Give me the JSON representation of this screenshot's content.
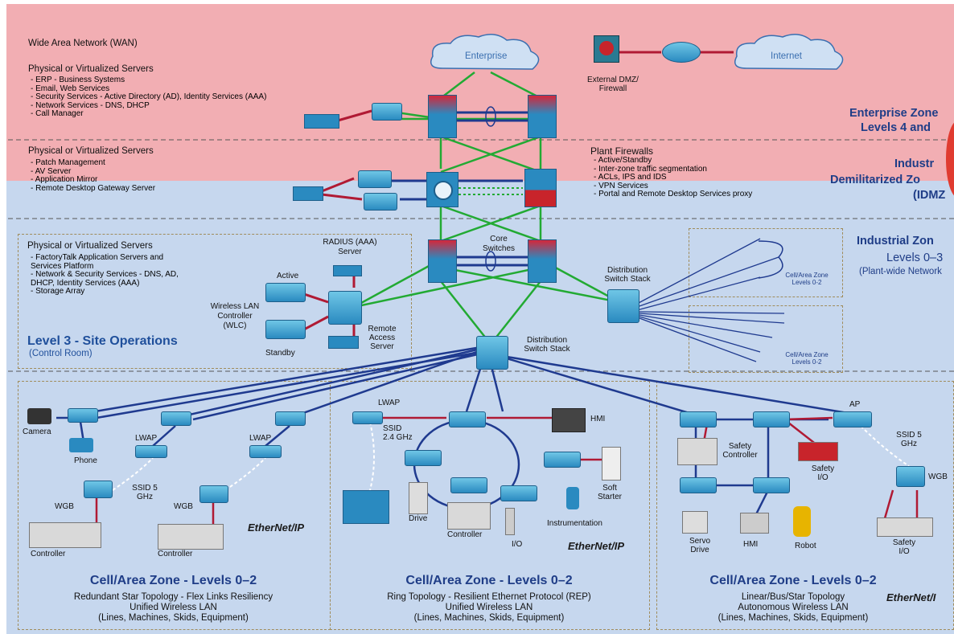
{
  "colors": {
    "enterprise_bg": "#f2aeb3",
    "industrial_bg": "#c6d7ee",
    "link_green": "#22aa33",
    "link_blue": "#1f3a8f",
    "link_red": "#b01a34",
    "zone_title": "#1f3d87",
    "firewall_red": "#c8242b"
  },
  "wan": {
    "title": "Wide Area Network (WAN)"
  },
  "enterprise_servers": {
    "title": "Physical or Virtualized Servers",
    "items": [
      "ERP - Business Systems",
      "Email, Web Services",
      "Security Services - Active Directory (AD), Identity Services (AAA)",
      "Network Services - DNS, DHCP",
      "Call Manager"
    ]
  },
  "idmz_servers": {
    "title": "Physical or Virtualized Servers",
    "items": [
      "Patch Management",
      "AV Server",
      "Application Mirror",
      "Remote Desktop Gateway Server"
    ]
  },
  "site_servers": {
    "title": "Physical or Virtualized Servers",
    "items": [
      "FactoryTalk Application Servers and Services Platform",
      "Network & Security Services - DNS, AD, DHCP, Identity Services (AAA)",
      "Storage Array"
    ]
  },
  "clouds": {
    "enterprise": "Enterprise",
    "internet": "Internet"
  },
  "dmz": {
    "label": "External DMZ/ Firewall"
  },
  "plant_firewalls": {
    "title": "Plant Firewalls",
    "items": [
      "Active/Standby",
      "Inter-zone traffic segmentation",
      "ACLs, IPS and IDS",
      "VPN Services",
      "Portal and Remote Desktop Services proxy"
    ]
  },
  "zones": {
    "enterprise": {
      "title": "Enterprise Zone",
      "levels": "Levels 4 and"
    },
    "idmz": {
      "title": "Industr",
      "title2": "Demilitarized Zo",
      "abbr": "(IDMZ"
    },
    "industrial": {
      "title": "Industrial Zon",
      "levels": "Levels 0–3",
      "note": "(Plant-wide Network"
    }
  },
  "core": {
    "label": "Core Switches"
  },
  "radius": {
    "label": "RADIUS (AAA) Server"
  },
  "wlc": {
    "active": "Active",
    "label": "Wireless LAN Controller (WLC)",
    "standby": "Standby"
  },
  "remote_access": {
    "label": "Remote Access Server"
  },
  "level3": {
    "title": "Level 3 - Site Operations",
    "subtitle": "(Control Room)"
  },
  "dist_top": {
    "label": "Distribution Switch Stack"
  },
  "dist_mid": {
    "label": "Distribution Switch Stack"
  },
  "mini_cells": {
    "upper": "Cell/Area Zone Levels 0-2",
    "lower": "Cell/Area Zone Levels 0-2"
  },
  "cell1": {
    "labels": {
      "camera": "Camera",
      "phone": "Phone",
      "lwap1": "LWAP",
      "lwap2": "LWAP",
      "ssid": "SSID 5 GHz",
      "wgb1": "WGB",
      "wgb2": "WGB",
      "ctrl1": "Controller",
      "ctrl2": "Controller"
    },
    "ethernet_ip": "EtherNet/IP",
    "title": "Cell/Area Zone - Levels 0–2",
    "sub1": "Redundant Star Topology - Flex Links Resiliency",
    "sub2": "Unified Wireless LAN",
    "sub3": "(Lines, Machines, Skids, Equipment)"
  },
  "cell2": {
    "labels": {
      "lwap": "LWAP",
      "ssid": "SSID 2.4 GHz",
      "hmi": "HMI",
      "drive": "Drive",
      "controller": "Controller",
      "io": "I/O",
      "instrumentation": "Instrumentation",
      "soft_starter": "Soft Starter"
    },
    "ethernet_ip": "EtherNet/IP",
    "title": "Cell/Area Zone - Levels 0–2",
    "sub1": "Ring Topology - Resilient Ethernet Protocol (REP)",
    "sub2": "Unified Wireless LAN",
    "sub3": "(Lines, Machines, Skids, Equipment)"
  },
  "cell3": {
    "labels": {
      "ap": "AP",
      "safety_controller": "Safety Controller",
      "safety_io1": "Safety I/O",
      "ssid": "SSID 5 GHz",
      "wgb": "WGB",
      "servo": "Servo Drive",
      "hmi": "HMI",
      "robot": "Robot",
      "safety_io2": "Safety I/O"
    },
    "ethernet_ip": "EtherNet/I",
    "title": "Cell/Area Zone - Levels 0–2",
    "sub1": "Linear/Bus/Star Topology",
    "sub2": "Autonomous Wireless LAN",
    "sub3": "(Lines, Machines, Skids, Equipment)"
  }
}
